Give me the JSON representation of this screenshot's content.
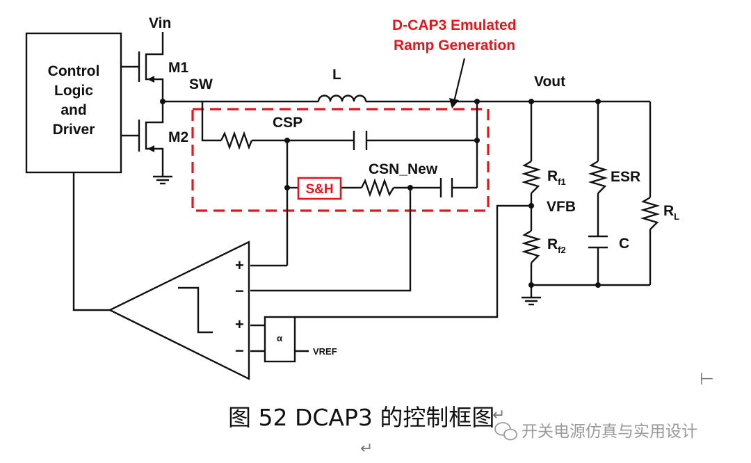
{
  "diagram": {
    "block_label": [
      "Control",
      "Logic",
      "and",
      "Driver"
    ],
    "vin": "Vin",
    "m1": "M1",
    "m2": "M2",
    "sw": "SW",
    "inductor": "L",
    "vout": "Vout",
    "emulated_title": [
      "D-CAP3 Emulated",
      "Ramp Generation"
    ],
    "csp": "CSP",
    "csn": "CSN_New",
    "sh": "S&H",
    "rf1": {
      "main": "R",
      "sub": "f1"
    },
    "rf2": {
      "main": "R",
      "sub": "f2"
    },
    "vfb": "VFB",
    "esr": "ESR",
    "cap": "C",
    "rl": {
      "main": "R",
      "sub": "L"
    },
    "alpha": "α",
    "vref": "VREF",
    "plus": "+",
    "minus": "−"
  },
  "caption": "图 52 DCAP3 的控制框图",
  "marks": {
    "return_mark": "↵",
    "return_mark_2": "↵",
    "corner_mark": "⊢"
  },
  "watermark": "开关电源仿真与实用设计",
  "colors": {
    "red": "#e8141b",
    "line": "#111111"
  }
}
